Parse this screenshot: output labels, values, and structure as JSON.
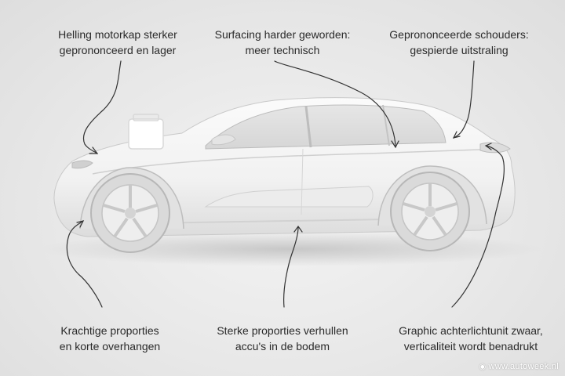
{
  "annotations": {
    "hood": {
      "line1": "Helling motorkap sterker",
      "line2": "geprononceerd en lager"
    },
    "surfacing": {
      "line1": "Surfacing harder geworden:",
      "line2": "meer technisch"
    },
    "shoulders": {
      "line1": "Geprononceerde schouders:",
      "line2": "gespierde uitstraling"
    },
    "proportions": {
      "line1": "Krachtige proporties",
      "line2": "en korte overhangen"
    },
    "battery": {
      "line1": "Sterke proporties verhullen",
      "line2": "accu's in de bodem"
    },
    "taillight": {
      "line1": "Graphic achterlichtunit zwaar,",
      "line2": "verticaliteit wordt benadrukt"
    }
  },
  "credit": {
    "icon": "camera-icon",
    "text": "www.autoweek.nl"
  },
  "colors": {
    "background": "#e9e9e9",
    "text": "#2a2a2a",
    "car": "#f7f7f7",
    "line": "#333333"
  }
}
